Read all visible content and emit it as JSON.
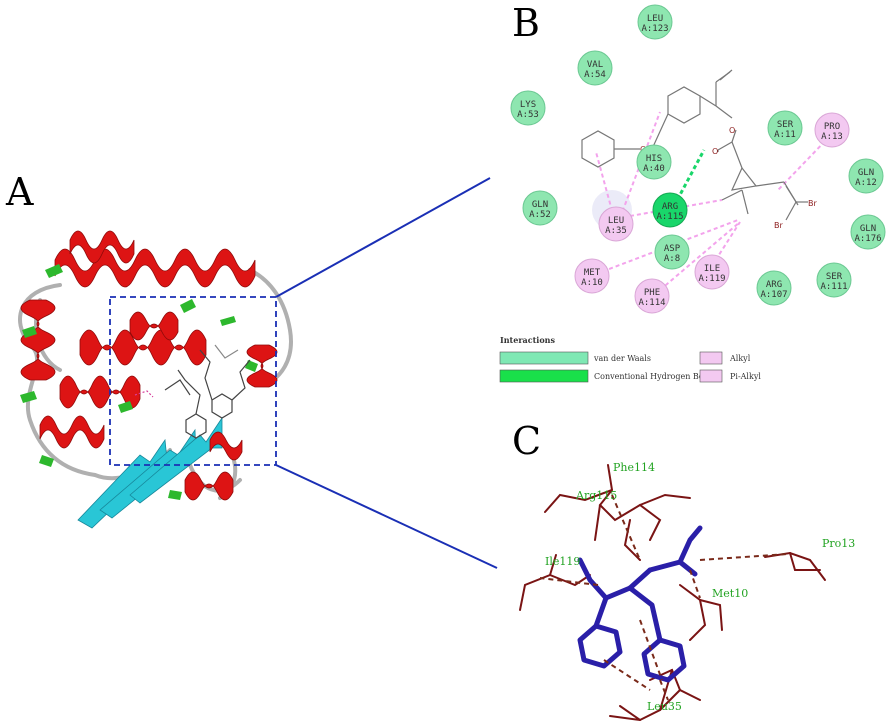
{
  "panels": {
    "a": "A",
    "b": "B",
    "c": "C"
  },
  "colors": {
    "helix": "#dd1414",
    "sheet": "#29c6d6",
    "turn": "#2db82d",
    "coil": "#b0b0b0",
    "connector": "#1a2fb5",
    "van_der_waals": "#8ee6b0",
    "h_bond": "#19d66a",
    "alkyl": "#f3c9f1",
    "ligand_c": "#2a1fa8",
    "residue_c": "#7a1414",
    "label_c": "#22a322"
  },
  "residues_b": [
    {
      "name": "LEU",
      "id": "A:123",
      "type": "vdw"
    },
    {
      "name": "VAL",
      "id": "A:54",
      "type": "vdw"
    },
    {
      "name": "LYS",
      "id": "A:53",
      "type": "vdw"
    },
    {
      "name": "SER",
      "id": "A:11",
      "type": "vdw"
    },
    {
      "name": "PRO",
      "id": "A:13",
      "type": "alkyl"
    },
    {
      "name": "GLN",
      "id": "A:12",
      "type": "vdw"
    },
    {
      "name": "HIS",
      "id": "A:40",
      "type": "vdw"
    },
    {
      "name": "ARG",
      "id": "A:115",
      "type": "hbond"
    },
    {
      "name": "GLN",
      "id": "A:52",
      "type": "vdw"
    },
    {
      "name": "LEU",
      "id": "A:35",
      "type": "alkyl"
    },
    {
      "name": "GLN",
      "id": "A:176",
      "type": "vdw"
    },
    {
      "name": "ASP",
      "id": "A:8",
      "type": "vdw"
    },
    {
      "name": "MET",
      "id": "A:10",
      "type": "alkyl"
    },
    {
      "name": "ILE",
      "id": "A:119",
      "type": "alkyl"
    },
    {
      "name": "ARG",
      "id": "A:107",
      "type": "vdw"
    },
    {
      "name": "SER",
      "id": "A:111",
      "type": "vdw"
    },
    {
      "name": "PHE",
      "id": "A:114",
      "type": "alkyl"
    }
  ],
  "atoms": {
    "o1": "O",
    "o2": "O",
    "o3": "O",
    "br1": "Br",
    "br2": "Br"
  },
  "legend": {
    "title": "Interactions",
    "items": [
      {
        "label": "van der Waals",
        "type": "vdw"
      },
      {
        "label": "Conventional Hydrogen Bond",
        "type": "hbond"
      },
      {
        "label": "Alkyl",
        "type": "alkyl"
      },
      {
        "label": "Pi-Alkyl",
        "type": "alkyl"
      }
    ]
  },
  "labels_c": [
    {
      "text": "Phe114"
    },
    {
      "text": "Arg115"
    },
    {
      "text": "Pro13"
    },
    {
      "text": "Ile119"
    },
    {
      "text": "Met10"
    },
    {
      "text": "Leu35"
    }
  ]
}
